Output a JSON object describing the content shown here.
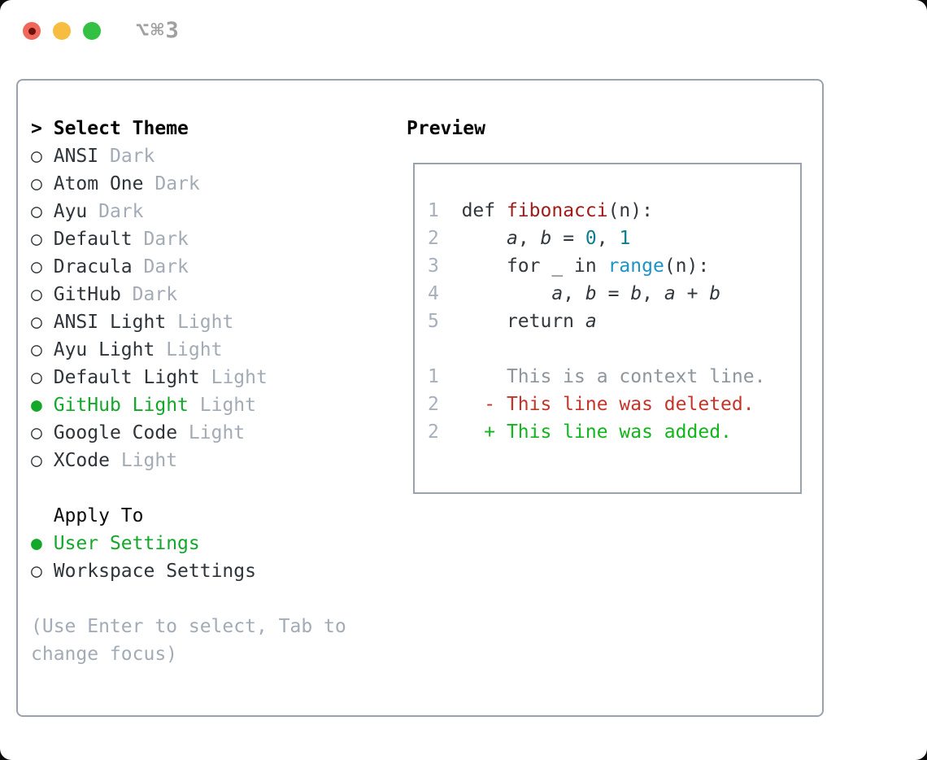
{
  "titlebar": {
    "shortcut": "⌥⌘3"
  },
  "theme_picker": {
    "prompt": ">",
    "title": "Select Theme",
    "items": [
      {
        "name": "ANSI",
        "variant": "Dark",
        "selected": false
      },
      {
        "name": "Atom One",
        "variant": "Dark",
        "selected": false
      },
      {
        "name": "Ayu",
        "variant": "Dark",
        "selected": false
      },
      {
        "name": "Default",
        "variant": "Dark",
        "selected": false
      },
      {
        "name": "Dracula",
        "variant": "Dark",
        "selected": false
      },
      {
        "name": "GitHub",
        "variant": "Dark",
        "selected": false
      },
      {
        "name": "ANSI Light",
        "variant": "Light",
        "selected": false
      },
      {
        "name": "Ayu Light",
        "variant": "Light",
        "selected": false
      },
      {
        "name": "Default Light",
        "variant": "Light",
        "selected": false
      },
      {
        "name": "GitHub Light",
        "variant": "Light",
        "selected": true
      },
      {
        "name": "Google Code",
        "variant": "Light",
        "selected": false
      },
      {
        "name": "XCode",
        "variant": "Light",
        "selected": false
      }
    ]
  },
  "apply_to": {
    "title": "Apply To",
    "options": [
      {
        "label": "User Settings",
        "selected": true
      },
      {
        "label": "Workspace Settings",
        "selected": false
      }
    ]
  },
  "help": {
    "lines": [
      "(Use Enter to select, Tab to",
      "change focus)"
    ]
  },
  "preview": {
    "title": "Preview",
    "lines": [
      {
        "num": "1",
        "tokens": [
          [
            "def ",
            "kw"
          ],
          [
            "fibonacci",
            "fn"
          ],
          [
            "(n):",
            "pl"
          ]
        ]
      },
      {
        "num": "2",
        "tokens": [
          [
            "    ",
            "pl"
          ],
          [
            "a",
            "va"
          ],
          [
            ", ",
            "pl"
          ],
          [
            "b",
            "va"
          ],
          [
            " = ",
            "pl"
          ],
          [
            "0",
            "nu"
          ],
          [
            ", ",
            "pl"
          ],
          [
            "1",
            "nu"
          ]
        ]
      },
      {
        "num": "3",
        "tokens": [
          [
            "    for _ in ",
            "pl"
          ],
          [
            "range",
            "bi"
          ],
          [
            "(n):",
            "pl"
          ]
        ]
      },
      {
        "num": "4",
        "tokens": [
          [
            "        ",
            "pl"
          ],
          [
            "a",
            "va"
          ],
          [
            ", ",
            "pl"
          ],
          [
            "b",
            "va"
          ],
          [
            " = ",
            "pl"
          ],
          [
            "b",
            "va"
          ],
          [
            ", ",
            "pl"
          ],
          [
            "a",
            "va"
          ],
          [
            " + ",
            "pl"
          ],
          [
            "b",
            "va"
          ]
        ]
      },
      {
        "num": "5",
        "tokens": [
          [
            "    return ",
            "pl"
          ],
          [
            "a",
            "va"
          ]
        ]
      },
      {
        "num": "",
        "tokens": []
      },
      {
        "num": "1",
        "tokens": [
          [
            "    This is a context line.",
            "ctx"
          ]
        ]
      },
      {
        "num": "2",
        "tokens": [
          [
            "  - This line was deleted.",
            "del"
          ]
        ]
      },
      {
        "num": "2",
        "tokens": [
          [
            "  + This line was added.",
            "add"
          ]
        ]
      }
    ]
  },
  "colors": {
    "accent_green": "#13a82a",
    "muted_gray": "#a2abb6",
    "text_dark": "#2e343a",
    "border_gray": "#99a2ad",
    "function_red": "#a01c1a",
    "number_teal": "#0d7e8c",
    "builtin_blue": "#1b93c9",
    "diff_deleted_red": "#c5342a",
    "diff_added_green": "#12b51c",
    "diff_context_gray": "#8f959c",
    "line_number_gray": "#a6afbb",
    "traffic_red": "#ef685c",
    "traffic_yellow": "#f6bd40",
    "traffic_green": "#33c144"
  }
}
